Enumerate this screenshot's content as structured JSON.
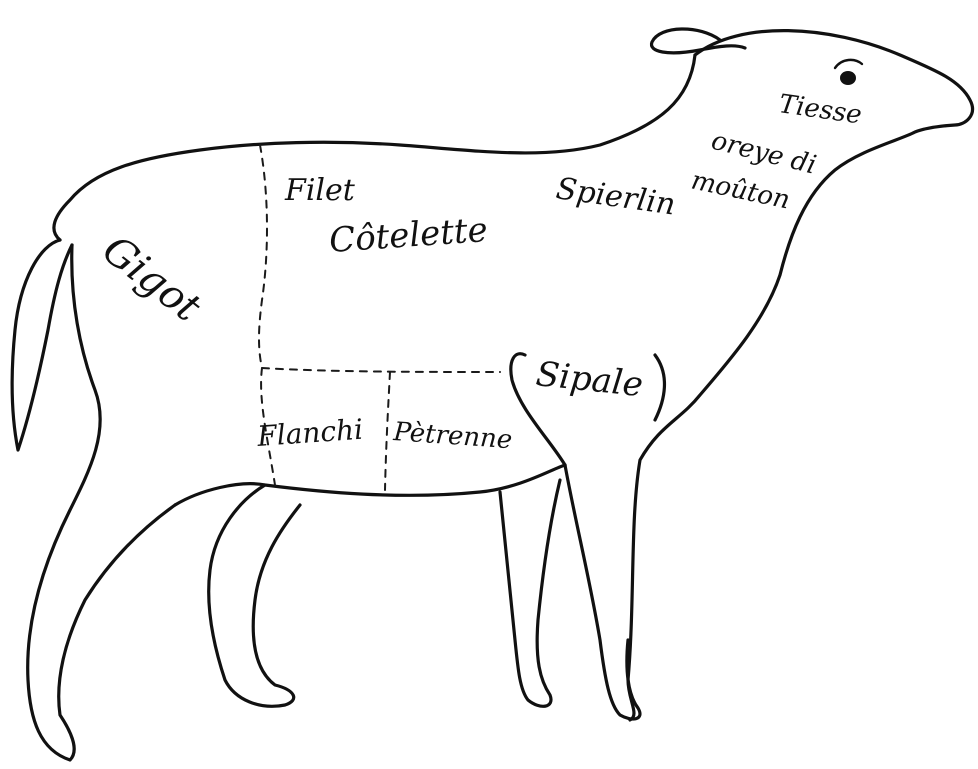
{
  "diagram": {
    "labels": {
      "tiesse": "Tiesse",
      "oreye_line1": "oreye di",
      "oreye_line2": "moûton",
      "spierlin": "Spierlin",
      "filet": "Filet",
      "cotelette": "Côtelette",
      "gigot": "Gigot",
      "sipale": "Sipale",
      "flanchi": "Flanchi",
      "petronne": "Pètrenne"
    },
    "line_color": "#111111",
    "background": "#ffffff"
  }
}
